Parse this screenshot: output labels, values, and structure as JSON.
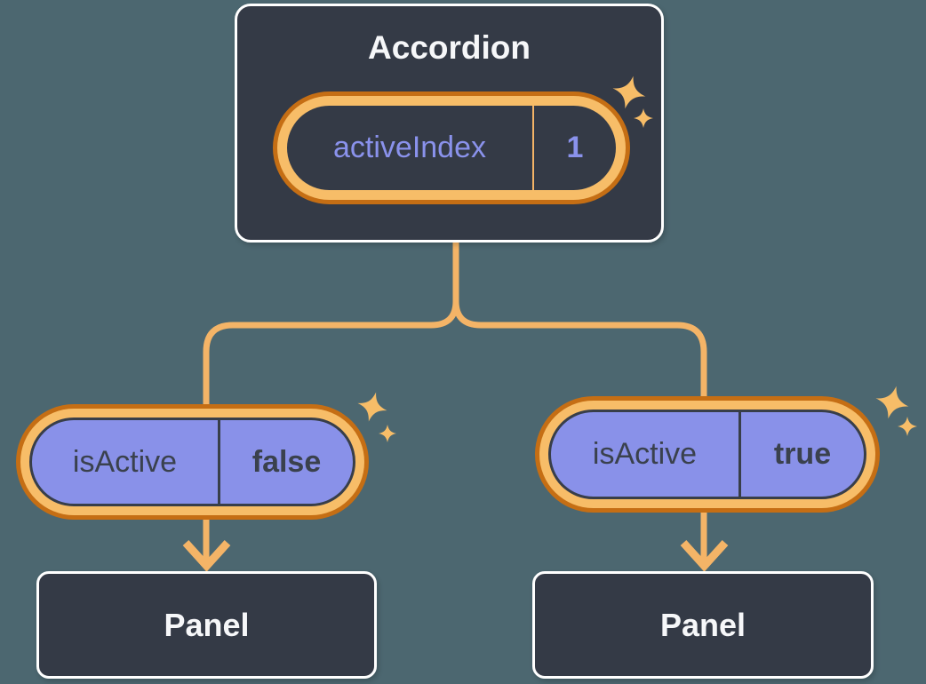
{
  "colors": {
    "background": "#4C6770",
    "card_fill": "#343A46",
    "card_border": "#FFFFFF",
    "pill_purple": "#8991E9",
    "orange_dark": "#C56E14",
    "orange_light": "#F7BD68",
    "connector_orange": "#F4B467",
    "purple_text": "#8A92EC",
    "dark_text": "#3A414D",
    "light_text": "#F6F7F9"
  },
  "icons": {
    "sparkle": "four-point star ✦"
  },
  "accordion": {
    "title": "Accordion",
    "state": {
      "name": "activeIndex",
      "value": "1"
    }
  },
  "children": [
    {
      "prop": {
        "name": "isActive",
        "value": "false"
      },
      "panel_label": "Panel"
    },
    {
      "prop": {
        "name": "isActive",
        "value": "true"
      },
      "panel_label": "Panel"
    }
  ]
}
